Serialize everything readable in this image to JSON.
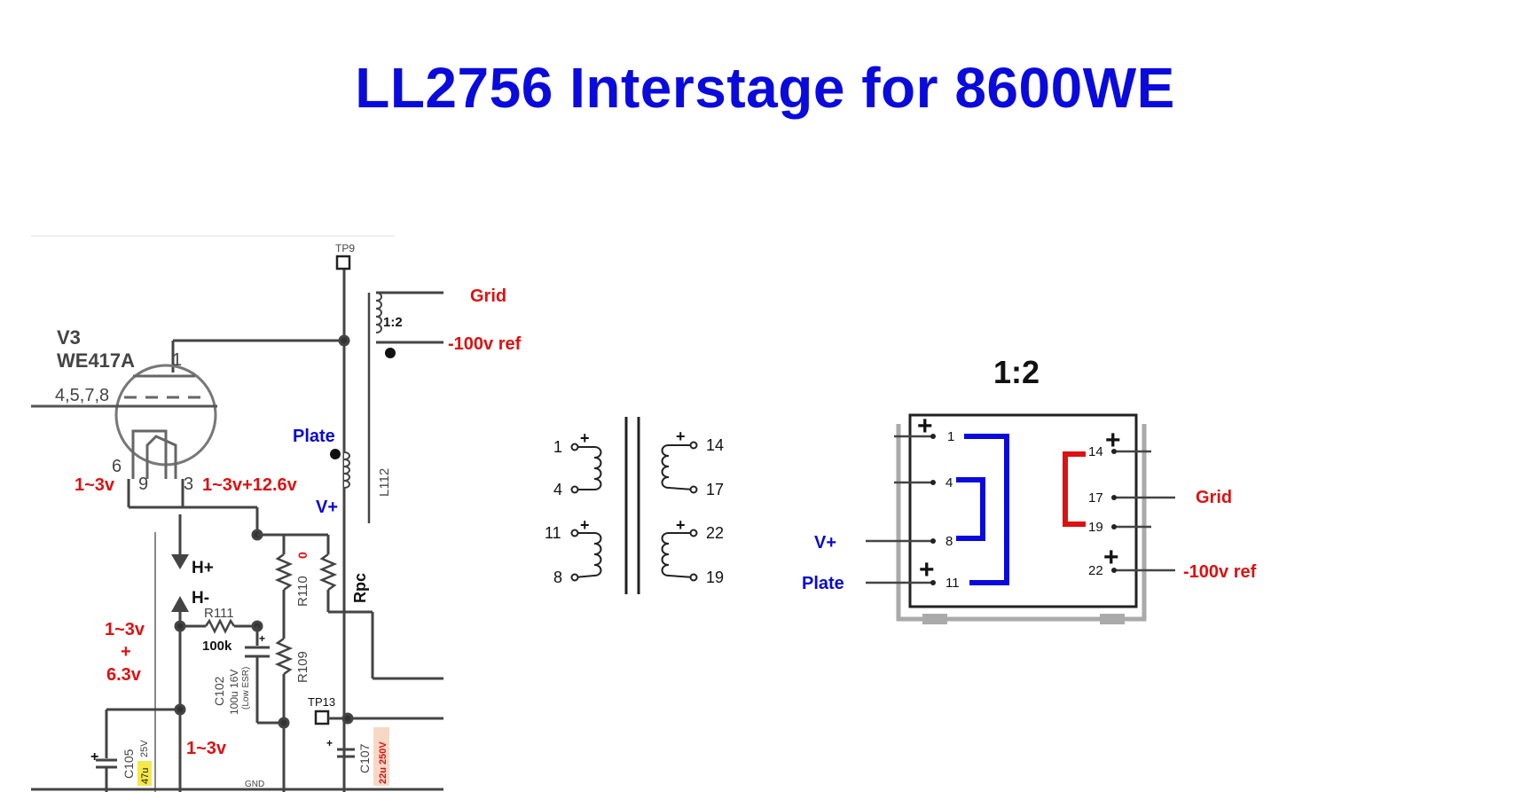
{
  "title": "LL2756 Interstage for 8600WE",
  "schematic": {
    "tube_ref": "V3",
    "tube_type": "WE417A",
    "pin_1": "1",
    "grid_pins": "4,5,7,8",
    "pin_6": "6",
    "pin_9": "9",
    "pin_3": "3",
    "tp9": "TP9",
    "tp13": "TP13",
    "transformer_ratio": "1:2",
    "grid": "Grid",
    "ref_100v": "-100v ref",
    "plate": "Plate",
    "v_plus": "V+",
    "inductor": "L112",
    "heater_left": "1~3v",
    "heater_right": "1~3v+12.6v",
    "h_plus": "H+",
    "h_minus": "H-",
    "r111": "R111",
    "r111_value": "100k",
    "r110": "R110",
    "r110_mark": "0",
    "rpc": "Rpc",
    "r109": "R109",
    "c102": "C102",
    "c102_value": "100u 16V",
    "c102_note": "(Low ESR)",
    "heater_sum_a": "1~3v",
    "heater_sum_plus": "+",
    "heater_sum_b": "6.3v",
    "bottom_voltage": "1~3v",
    "c105": "C105",
    "c105_voltage": "25V",
    "c105_value": "47u",
    "c107": "C107",
    "c107_value": "22u 250V",
    "gnd": "GND"
  },
  "winding_diagram": {
    "pins_left": [
      "1",
      "4",
      "11",
      "8"
    ],
    "pins_right": [
      "14",
      "17",
      "22",
      "19"
    ]
  },
  "pinout": {
    "ratio": "1:2",
    "pins_left": [
      "1",
      "4",
      "8",
      "11"
    ],
    "pins_right": [
      "14",
      "17",
      "19",
      "22"
    ],
    "v_plus": "V+",
    "plate": "Plate",
    "grid": "Grid",
    "ref_100v": "-100v ref",
    "primary_color": "#0a0adc",
    "secondary_color": "#dd1111"
  }
}
